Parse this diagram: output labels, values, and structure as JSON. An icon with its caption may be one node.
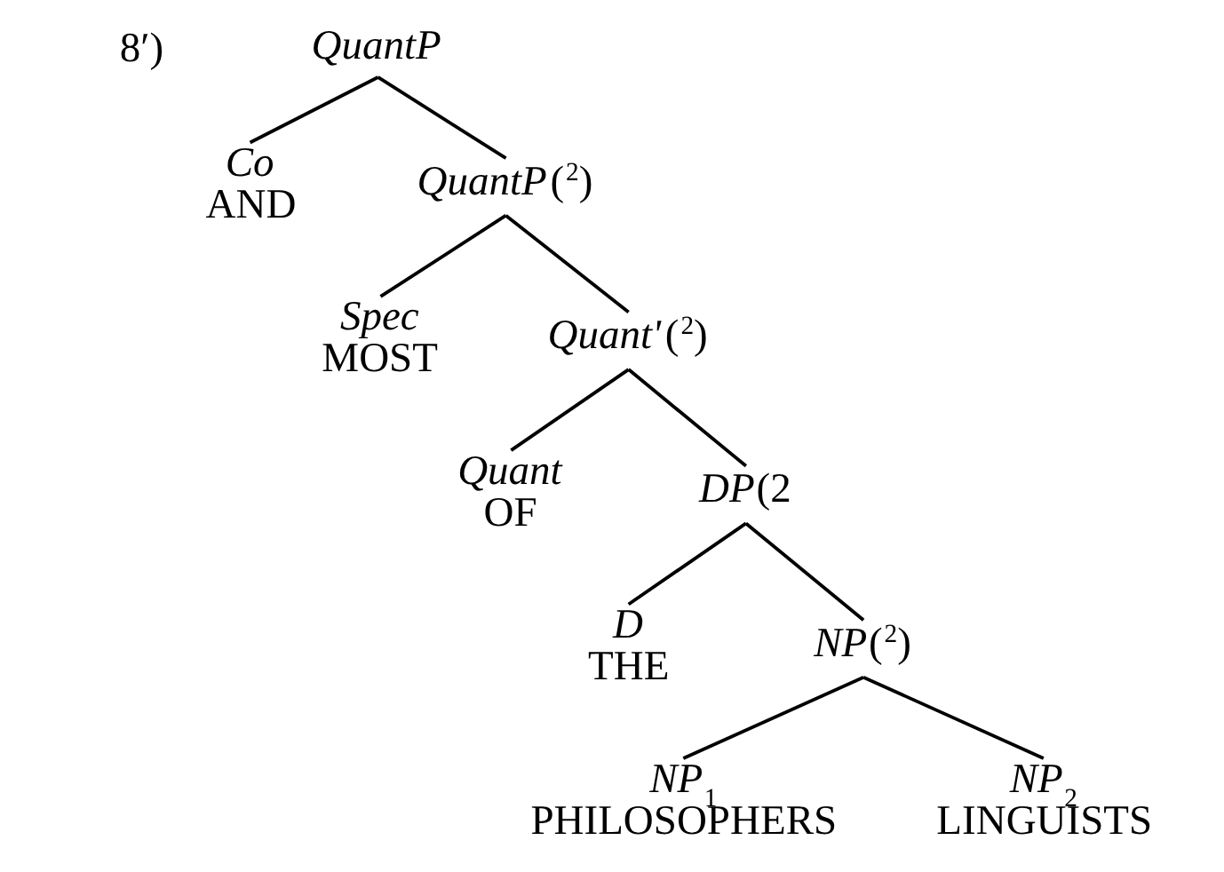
{
  "diagram": {
    "nodes": [
      {
        "text": [
          "*QuantP*"
        ]
      },
      {
        "text": [
          "*Co*",
          "AND"
        ]
      },
      {
        "text": [
          "*QuantP*($^{2}$)"
        ]
      },
      {
        "text": [
          "*Spec*",
          "MOST"
        ]
      },
      {
        "text": [
          "*Quant'*($^{2}$)"
        ]
      },
      {
        "text": [
          "*Quant*",
          "OF"
        ]
      },
      {
        "text": [
          "*DP*(2"
        ]
      },
      {
        "text": [
          "*D*",
          "THE"
        ]
      },
      {
        "text": [
          "*NP*($^{2}$)"
        ]
      },
      {
        "text": [
          "*NP*$_{1}$",
          "PHILOSOPHERS"
        ]
      },
      {
        "text": [
          "*NP*$_{2}$",
          "LINGUISTS"
        ]
      }
    ],
    "edges": [
      {
        "from": 0,
        "to": 1,
        "arrow": "none"
      },
      {
        "from": 0,
        "to": 2,
        "arrow": "none"
      },
      {
        "from": 2,
        "to": 3,
        "arrow": "none"
      },
      {
        "from": 2,
        "to": 4,
        "arrow": "none"
      },
      {
        "from": 4,
        "to": 5,
        "arrow": "none"
      },
      {
        "from": 4,
        "to": 6,
        "arrow": "none"
      },
      {
        "from": 6,
        "to": 7,
        "arrow": "none"
      },
      {
        "from": 6,
        "to": 8,
        "arrow": "none"
      },
      {
        "from": 8,
        "to": 9,
        "arrow": "none"
      },
      {
        "from": 8,
        "to": 10,
        "arrow": "none"
      }
    ],
    "labels": [
      "8′)"
    ]
  }
}
